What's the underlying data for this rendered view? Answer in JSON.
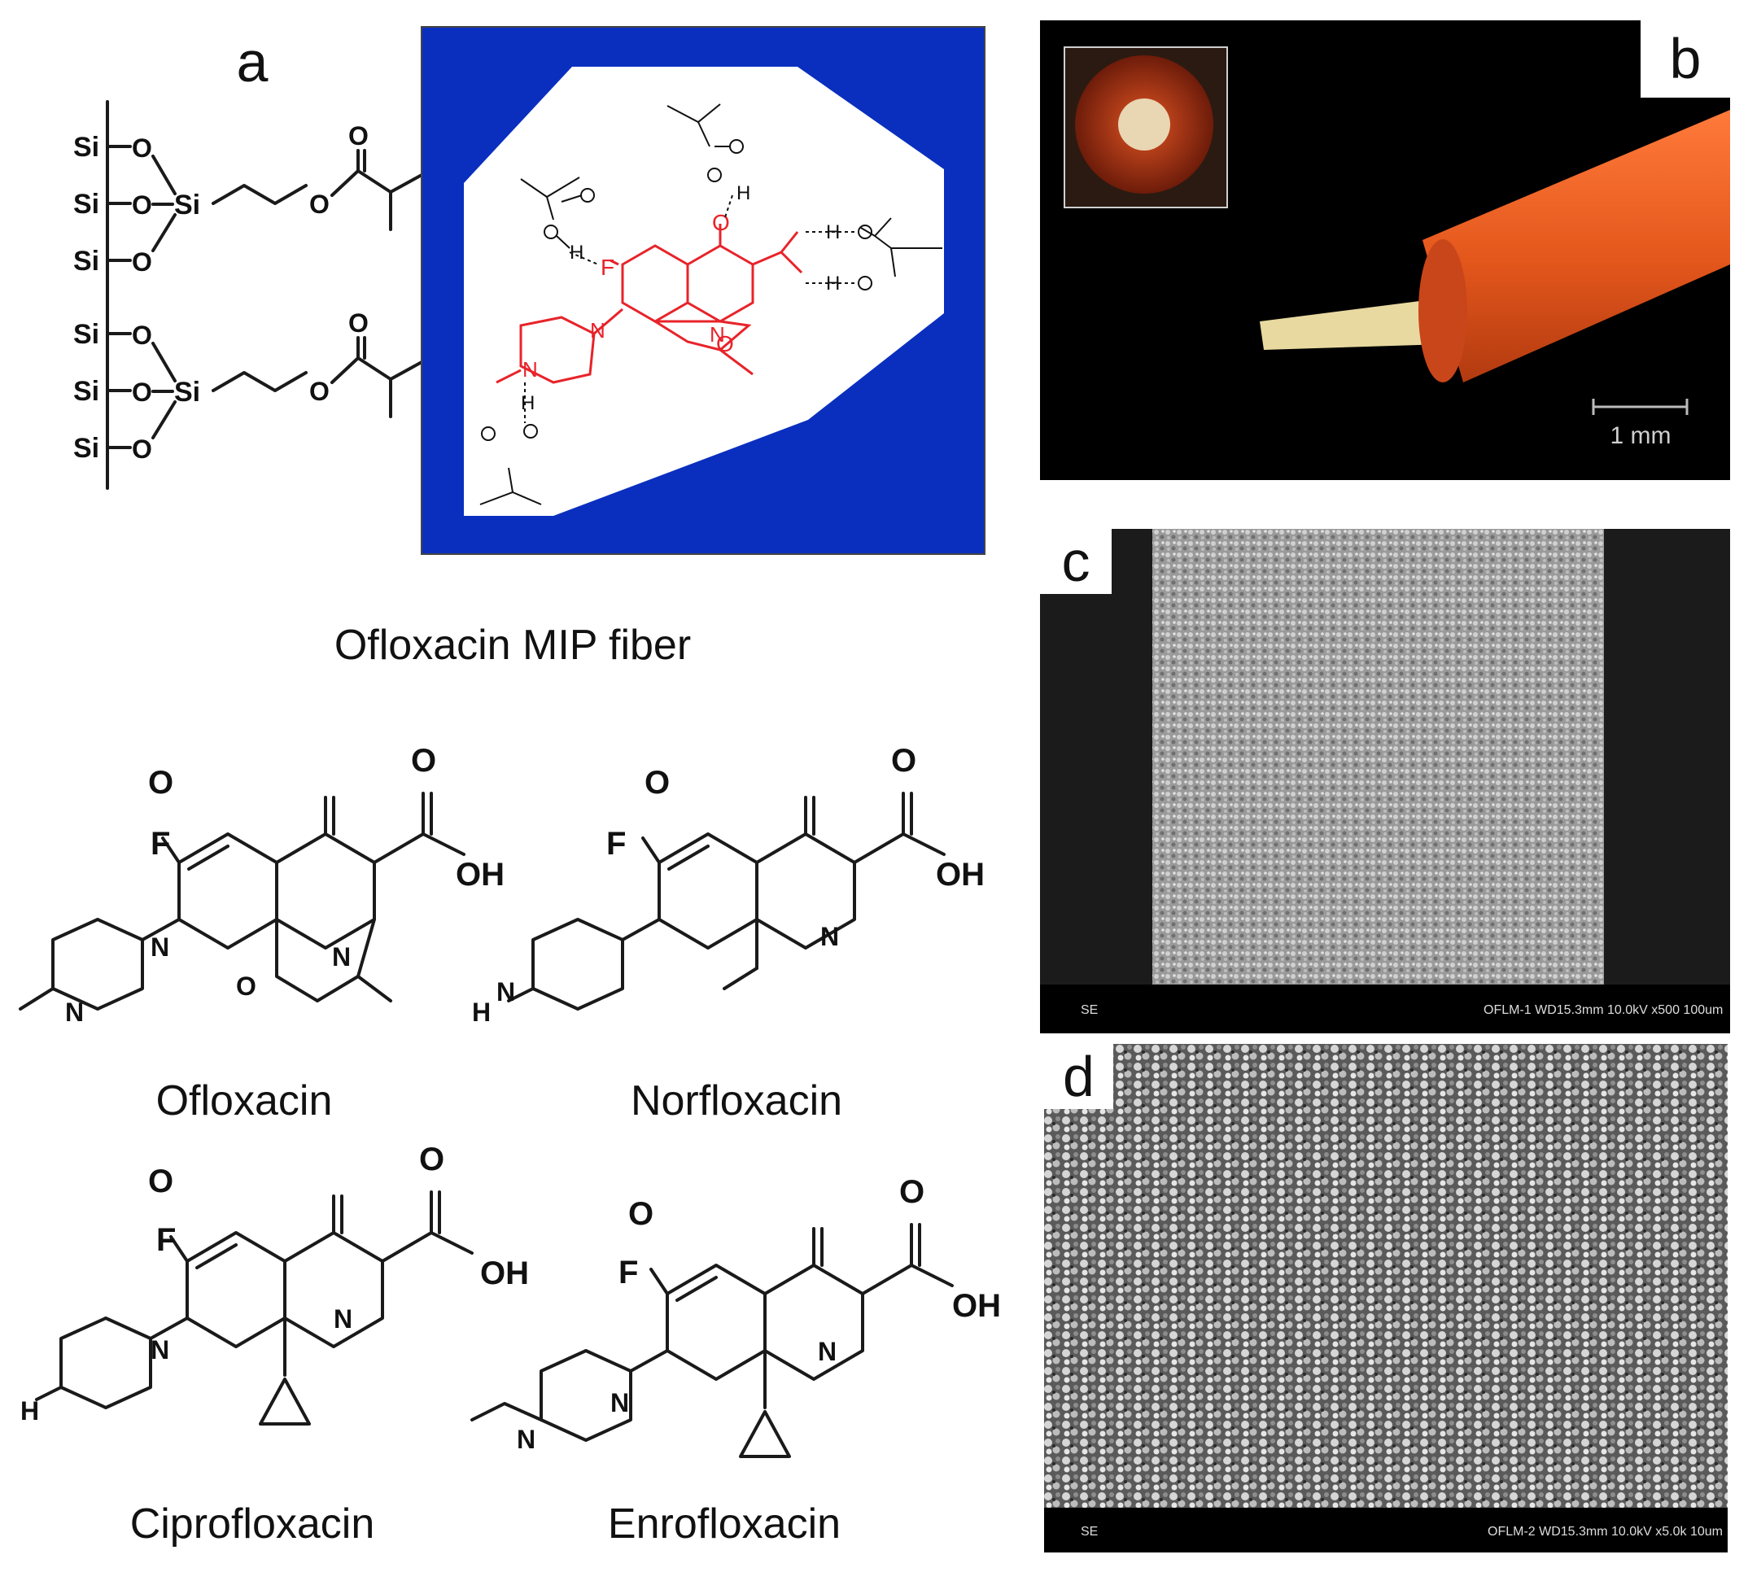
{
  "panels": {
    "a": {
      "letter": "a",
      "title": "Ofloxacin MIP fiber",
      "surface_atoms": [
        "Si",
        "O",
        "Si"
      ],
      "template_atoms": {
        "F": "F",
        "N": "N",
        "O": "O",
        "H": "H"
      }
    },
    "b": {
      "letter": "b",
      "scale_label": "1 mm"
    },
    "c": {
      "letter": "c",
      "sem_left": "SE",
      "sem_right": "OFLM-1 WD15.3mm 10.0kV x500   100um"
    },
    "d": {
      "letter": "d",
      "sem_left": "SE",
      "sem_right": "OFLM-2 WD15.3mm 10.0kV x5.0k   10um"
    }
  },
  "molecules": [
    {
      "name": "Ofloxacin"
    },
    {
      "name": "Norfloxacin"
    },
    {
      "name": "Ciprofloxacin"
    },
    {
      "name": "Enrofloxacin"
    }
  ],
  "atom_labels": {
    "fluorine": "F",
    "oxo": "O",
    "hydroxyl": "OH",
    "nitrogen": "N",
    "oxygen": "O",
    "hydrogen": "H"
  },
  "colors": {
    "blue_frame": "#0a2fbf",
    "template_red": "#e8232a",
    "fiber_orange": "#e4571c",
    "photo_bg": "#000000"
  }
}
